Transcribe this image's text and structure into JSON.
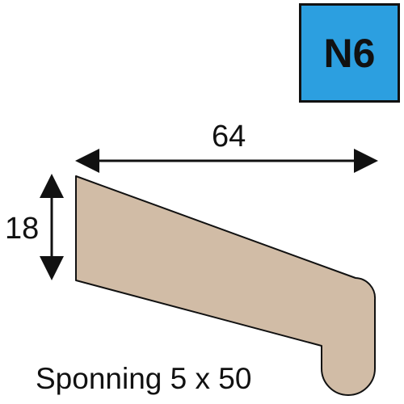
{
  "badge": {
    "label": "N6",
    "fill_color": "#2c9fe0",
    "border_color": "#111111"
  },
  "dimensions": {
    "width_label": "64",
    "height_label": "18"
  },
  "caption": "Sponning 5 x 50",
  "profile": {
    "fill_color": "#d1bca6",
    "stroke_color": "#111111"
  }
}
